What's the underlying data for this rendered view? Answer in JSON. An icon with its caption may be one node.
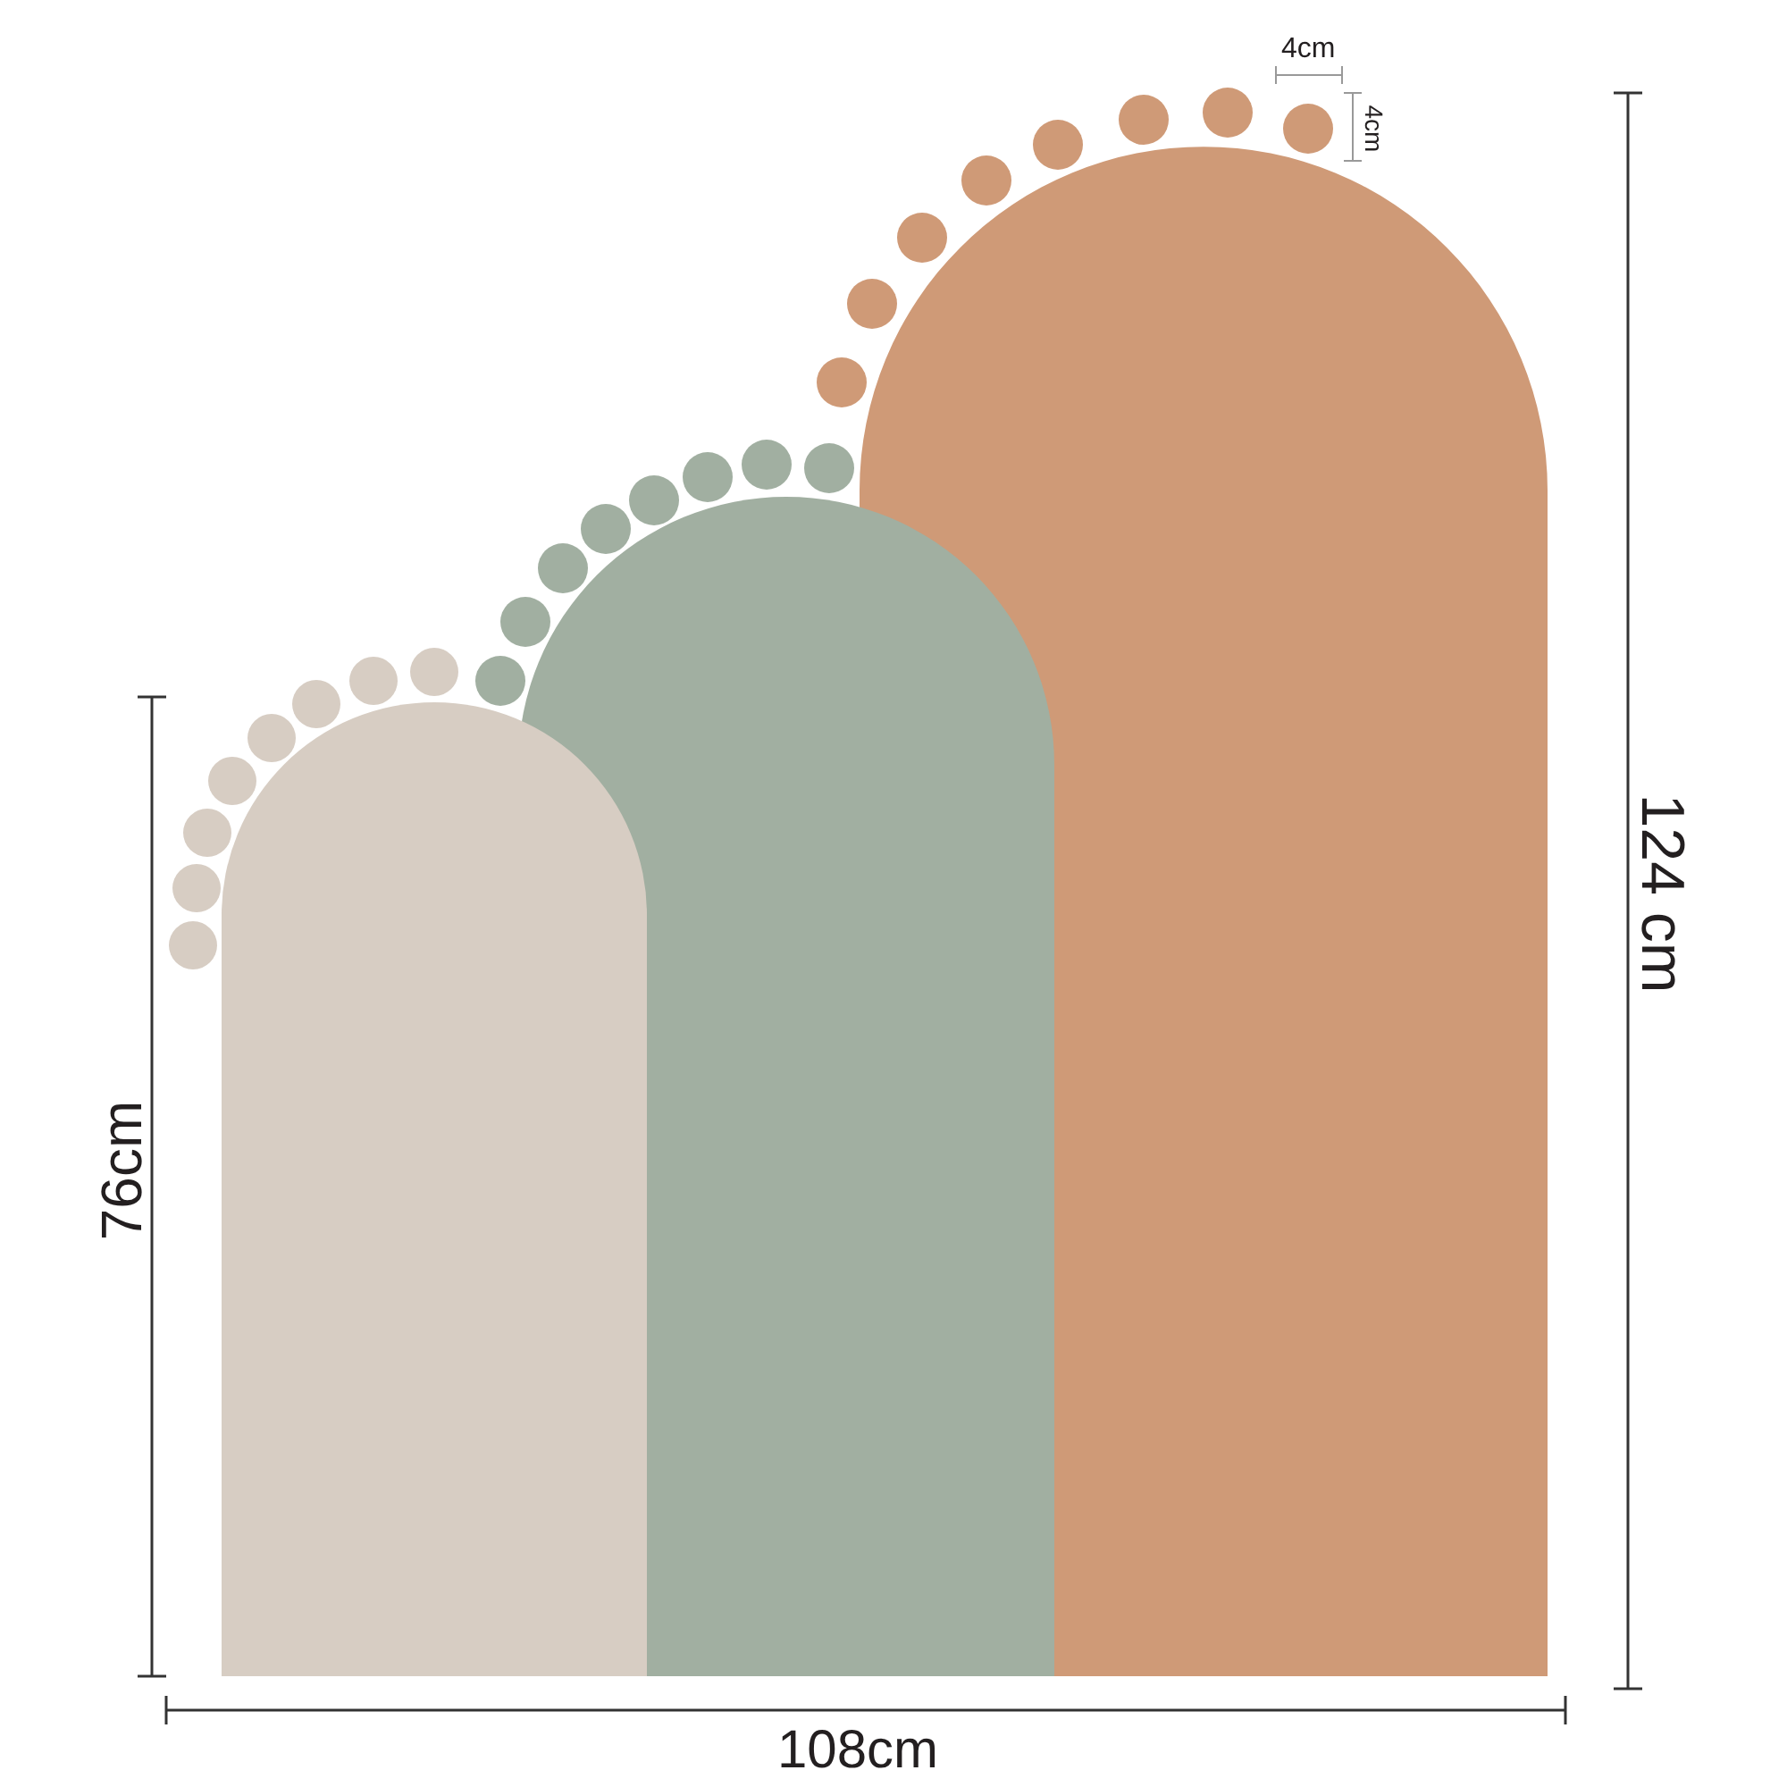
{
  "diagram": {
    "labels": [
      "4cm",
      "4cm",
      "124 cm",
      "76cm",
      "108cm"
    ]
  }
}
